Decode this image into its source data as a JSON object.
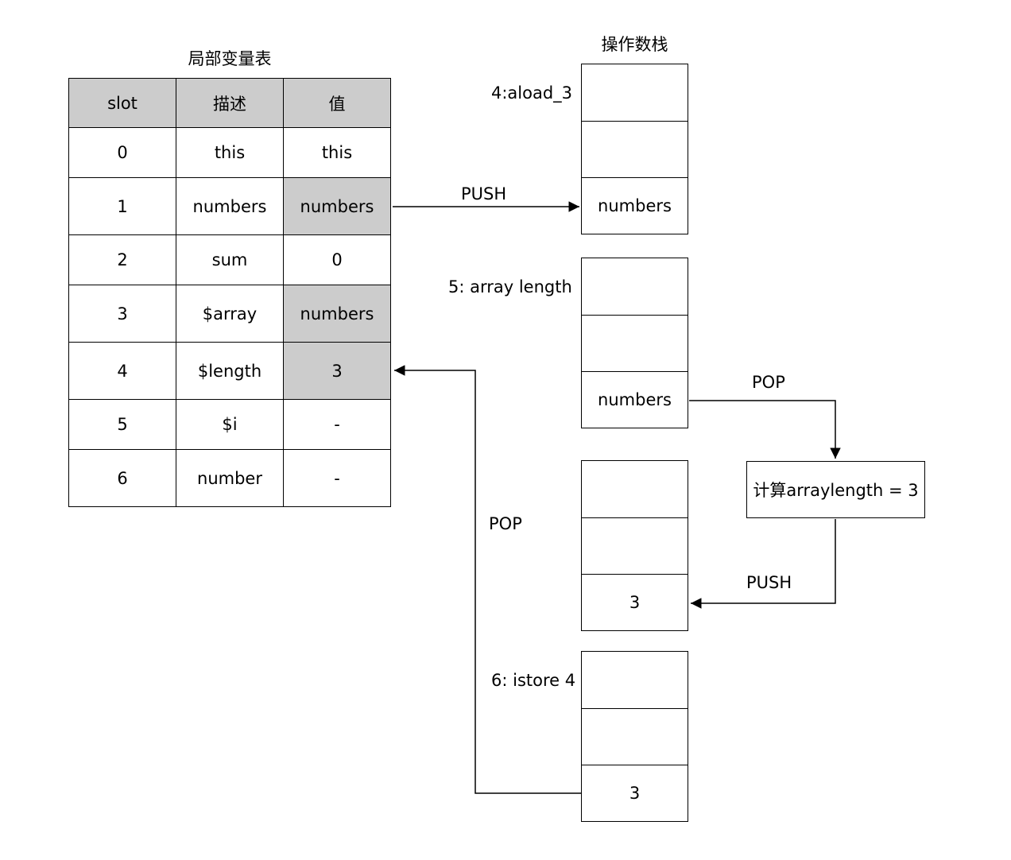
{
  "local_table": {
    "title": "局部变量表",
    "headers": [
      "slot",
      "描述",
      "值"
    ],
    "rows": [
      {
        "slot": "0",
        "desc": "this",
        "value": "this",
        "highlight": false
      },
      {
        "slot": "1",
        "desc": "numbers",
        "value": "numbers",
        "highlight": true
      },
      {
        "slot": "2",
        "desc": "sum",
        "value": "0",
        "highlight": false
      },
      {
        "slot": "3",
        "desc": "$array",
        "value": "numbers",
        "highlight": true
      },
      {
        "slot": "4",
        "desc": "$length",
        "value": "3",
        "highlight": true
      },
      {
        "slot": "5",
        "desc": "$i",
        "value": "-",
        "highlight": false
      },
      {
        "slot": "6",
        "desc": "number",
        "value": "-",
        "highlight": false
      }
    ]
  },
  "operand_stack_title": "操作数栈",
  "stacks": [
    {
      "instruction": "4:aload_3",
      "slots": [
        "",
        "",
        "numbers"
      ]
    },
    {
      "instruction": "5: array length",
      "slots": [
        "",
        "",
        "numbers"
      ]
    },
    {
      "instruction": "",
      "slots": [
        "",
        "",
        "3"
      ]
    },
    {
      "instruction": "6: istore 4",
      "slots": [
        "",
        "",
        "3"
      ]
    }
  ],
  "calc_box": "计算arraylength = 3",
  "edge_labels": {
    "push1": "PUSH",
    "pop1": "POP",
    "push2": "PUSH",
    "pop2": "POP"
  },
  "colors": {
    "header_fill": "#cccccc",
    "highlight_fill": "#cccccc",
    "line": "#000000"
  }
}
